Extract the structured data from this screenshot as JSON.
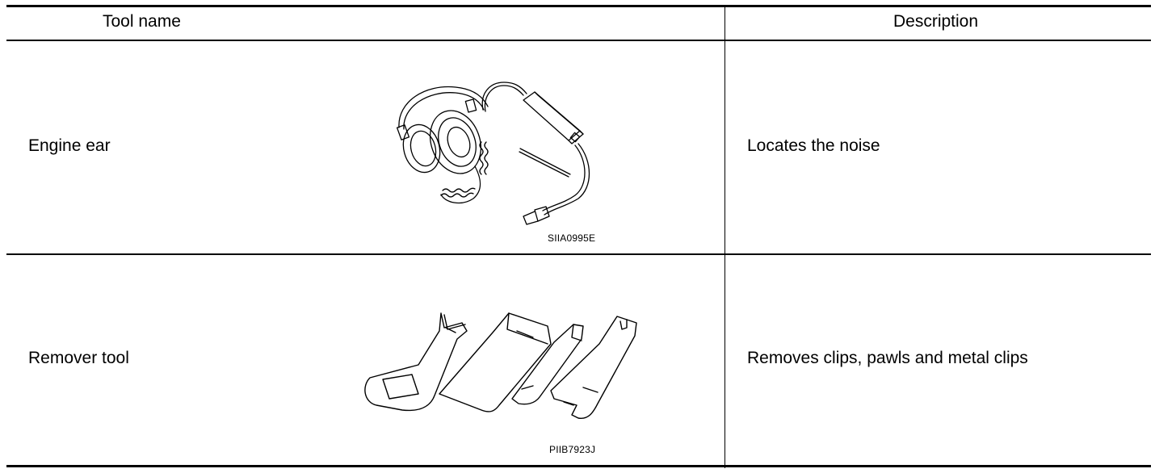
{
  "table": {
    "headers": {
      "tool_name": "Tool name",
      "description": "Description"
    },
    "rows": [
      {
        "tool_name": "Engine ear",
        "figure_code": "SIIA0995E",
        "description": "Locates the noise"
      },
      {
        "tool_name": "Remover tool",
        "figure_code": "PIIB7923J",
        "description": "Removes clips, pawls and metal clips"
      }
    ]
  }
}
